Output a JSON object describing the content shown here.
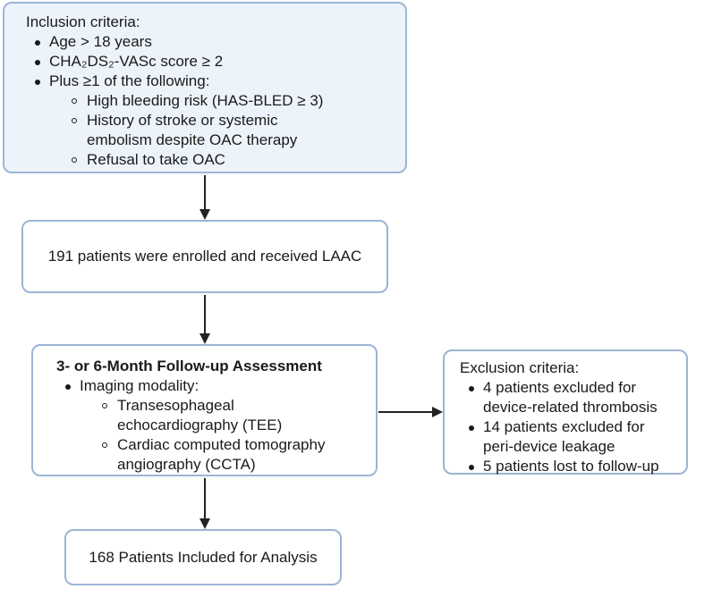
{
  "inclusion": {
    "title": "Inclusion criteria:",
    "items": [
      {
        "text": "Age > 18 years",
        "subitems": []
      },
      {
        "text": "CHA₂DS₂-VASc score ≥ 2",
        "subitems": []
      },
      {
        "text": "Plus ≥1 of the following:",
        "subitems": [
          "High bleeding risk (HAS-BLED ≥ 3)",
          "History of stroke or systemic embolism despite OAC therapy",
          "Refusal to take OAC"
        ]
      }
    ]
  },
  "enrolled": {
    "text": "191 patients were enrolled and received LAAC"
  },
  "followup": {
    "title": "3- or 6-Month Follow-up Assessment",
    "items": [
      {
        "text": "Imaging modality:",
        "subitems": [
          "Transesophageal echocardiography (TEE)",
          "Cardiac computed tomography angiography (CCTA)"
        ]
      }
    ]
  },
  "exclusion": {
    "title": "Exclusion criteria:",
    "items": [
      "4 patients excluded for device-related thrombosis",
      "14 patients excluded for peri-device leakage",
      "5 patients lost to follow-up"
    ]
  },
  "analysis": {
    "text": "168 Patients Included for Analysis"
  },
  "colors": {
    "box_border": "#9db4d6",
    "box_fill_tinted": "#edf3fb",
    "arrow": "#222222"
  }
}
